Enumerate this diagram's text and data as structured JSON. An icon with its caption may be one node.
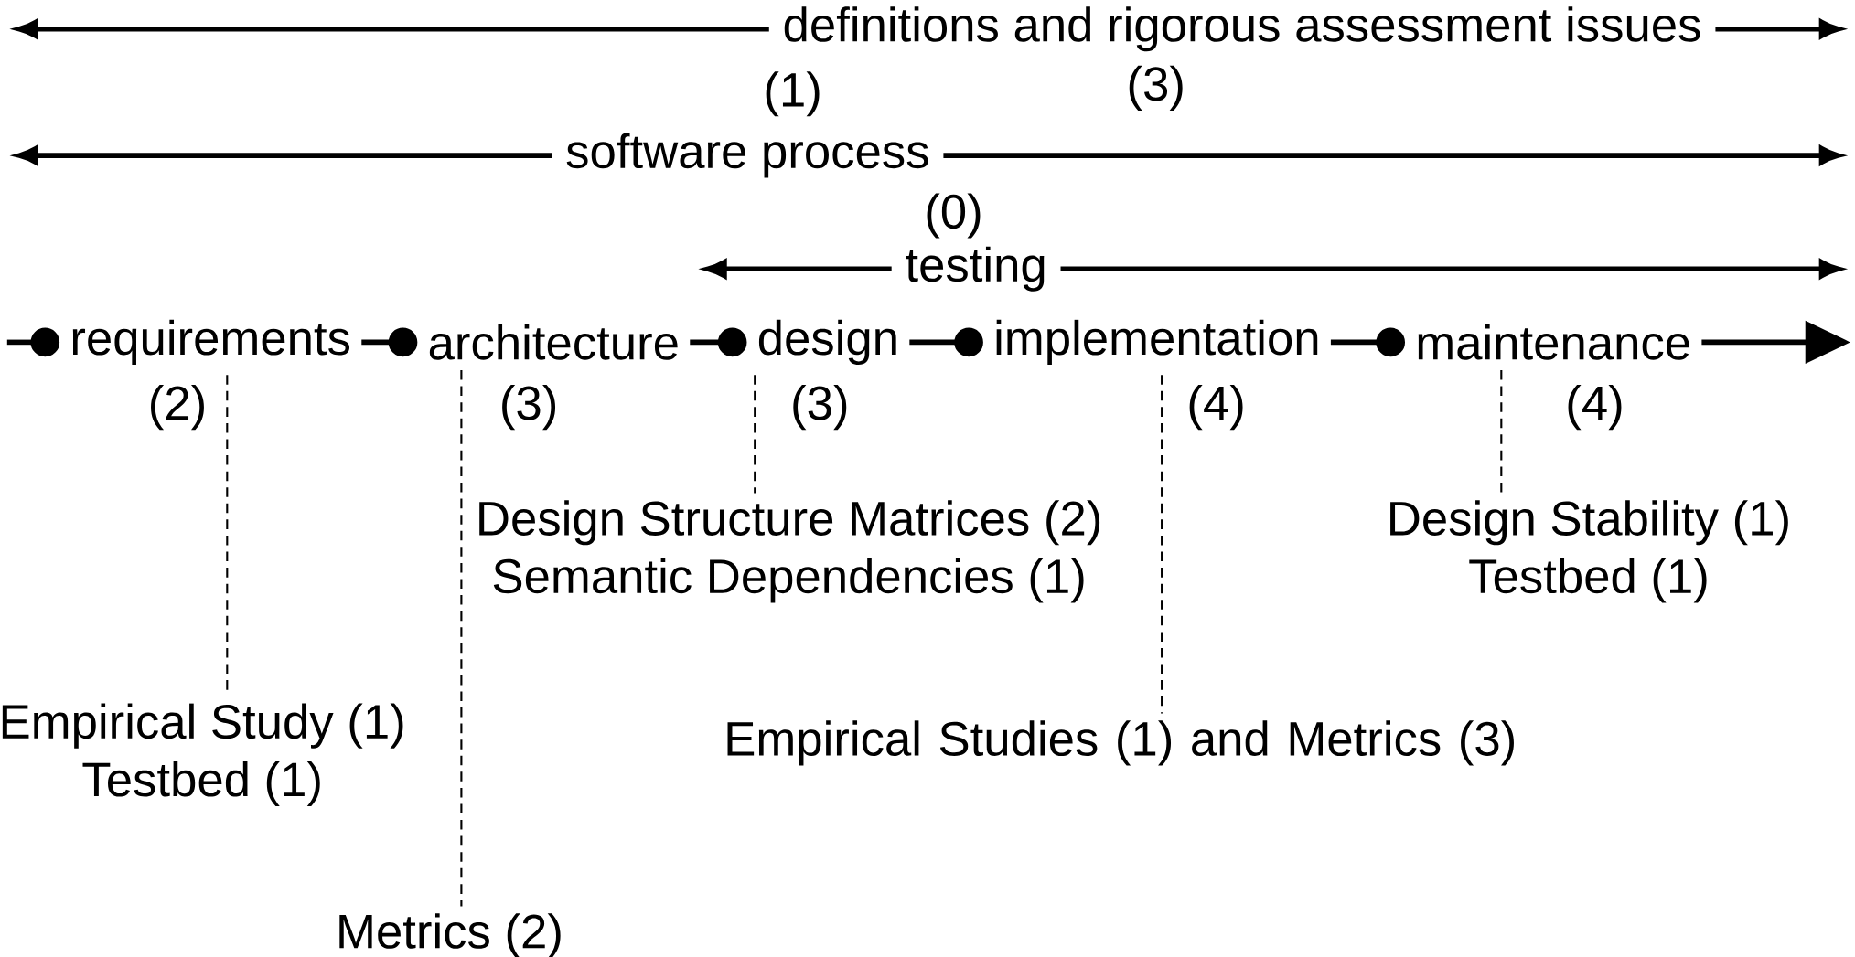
{
  "diagram": {
    "nodes": [
      {
        "text": [
          "definitions and rigorous assessment issues"
        ]
      },
      {
        "text": [
          "software process"
        ]
      },
      {
        "text": [
          "testing"
        ]
      },
      {
        "text": [
          "requirements"
        ],
        "beside": [
          "(2)"
        ]
      },
      {
        "text": [
          "architecture"
        ],
        "beside": [
          "(3)"
        ]
      },
      {
        "text": [
          "design"
        ],
        "beside": [
          "(3)"
        ]
      },
      {
        "text": [
          "implementation"
        ],
        "beside": [
          "(4)"
        ]
      },
      {
        "text": [
          "maintenance"
        ],
        "beside": [
          "(4)"
        ]
      },
      {
        "text": [
          "Design Structure Matrices (2)",
          "Semantic Dependencies (1)"
        ]
      },
      {
        "text": [
          "Design Stability (1)",
          "Testbed (1)"
        ]
      },
      {
        "text": [
          "Empirical Study (1)",
          "Testbed (1)"
        ]
      },
      {
        "text": [
          "Empirical Studies (1) and Metrics (3)"
        ]
      },
      {
        "text": [
          "Metrics (2)"
        ]
      }
    ],
    "edges": [
      {
        "from": 0,
        "to": null,
        "arrow": "to"
      },
      {
        "from": 0,
        "to": null,
        "arrow": "to"
      },
      {
        "from": 1,
        "to": null,
        "arrow": "to"
      },
      {
        "from": 1,
        "to": null,
        "arrow": "to"
      },
      {
        "from": 2,
        "to": null,
        "arrow": "to"
      },
      {
        "from": 2,
        "to": null,
        "arrow": "to"
      },
      {
        "from": null,
        "to": 3,
        "arrow": "other"
      },
      {
        "from": 3,
        "to": 4,
        "arrow": "other"
      },
      {
        "from": 4,
        "to": 5,
        "arrow": "other"
      },
      {
        "from": 5,
        "to": 6,
        "arrow": "other"
      },
      {
        "from": 6,
        "to": 7,
        "arrow": "other"
      },
      {
        "from": 7,
        "to": null,
        "arrow": "to"
      },
      {
        "from": 3,
        "to": 10,
        "arrow": "none",
        "style": "dashed"
      },
      {
        "from": 4,
        "to": 12,
        "arrow": "none",
        "style": "dashed"
      },
      {
        "from": 5,
        "to": 8,
        "arrow": "none",
        "style": "dashed"
      },
      {
        "from": 6,
        "to": 11,
        "arrow": "none",
        "style": "dashed"
      },
      {
        "from": 7,
        "to": 9,
        "arrow": "none",
        "style": "dashed"
      }
    ],
    "labels": [
      "(1)",
      "(3)",
      "(0)"
    ]
  }
}
